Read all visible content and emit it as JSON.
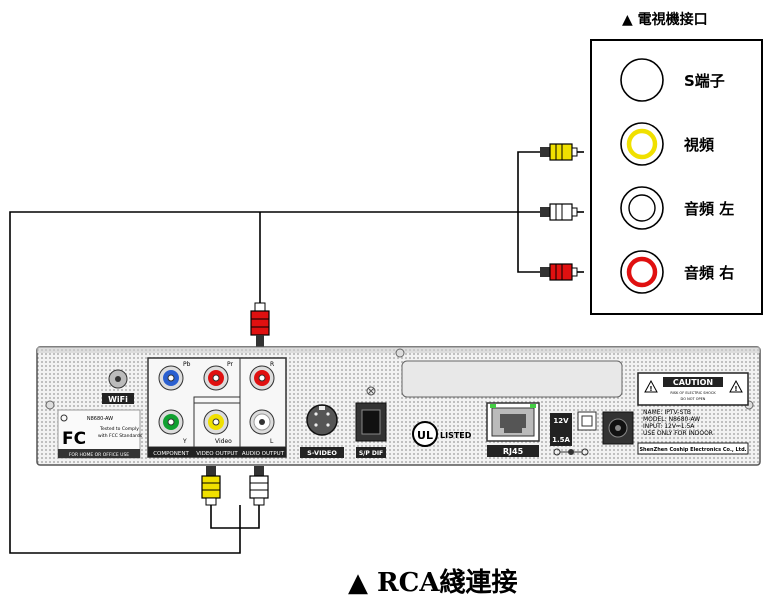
{
  "tv_panel": {
    "title": "▲ 電視機接口",
    "jacks": [
      {
        "label": "S端子",
        "ring_color": "#ffffff"
      },
      {
        "label": "視頻",
        "ring_color": "#f0e000"
      },
      {
        "label": "音頻 左",
        "ring_color": "#ffffff"
      },
      {
        "label": "音頻 右",
        "ring_color": "#e01010"
      }
    ]
  },
  "device": {
    "wifi_label": "WiFi",
    "model_small": "N8680-AW",
    "fc_logo": "FC",
    "fcc_text_1": "Tested to Comply",
    "fcc_text_2": "with FCC Standards",
    "home_office": "FOR HOME OR OFFICE USE",
    "pb_label": "Pb",
    "pr_label": "Pr",
    "y_label": "Y",
    "r_label": "R",
    "l_label": "L",
    "video_label": "Video",
    "component_label": "COMPONENT",
    "video_output_label": "VIDEO OUTPUT",
    "audio_output_label": "AUDIO OUTPUT",
    "svideo_label": "S-VIDEO",
    "spdif_label": "S/P DIF",
    "ul_logo": "UL",
    "listed_label": "LISTED",
    "rj45_label": "RJ45",
    "power_1": "12V",
    "power_2": "1.5A",
    "caution_title": "CAUTION",
    "caution_small_1": "RISK OF ELECTRIC SHOCK",
    "caution_small_2": "DO NOT OPEN",
    "spec_name": "NAME:   IPTV-STB",
    "spec_model": "MODEL:  N8680-AW",
    "spec_input": "INPUT:   12V⎓1.5A",
    "spec_use": "USE ONLY FOR INDOOR",
    "maker": "ShenZhen Coship Electronics Co., Ltd."
  },
  "caption": "▲ RCA綫連接",
  "colors": {
    "red": "#e01010",
    "yellow": "#f0e000",
    "white": "#ffffff",
    "line": "#000000"
  }
}
